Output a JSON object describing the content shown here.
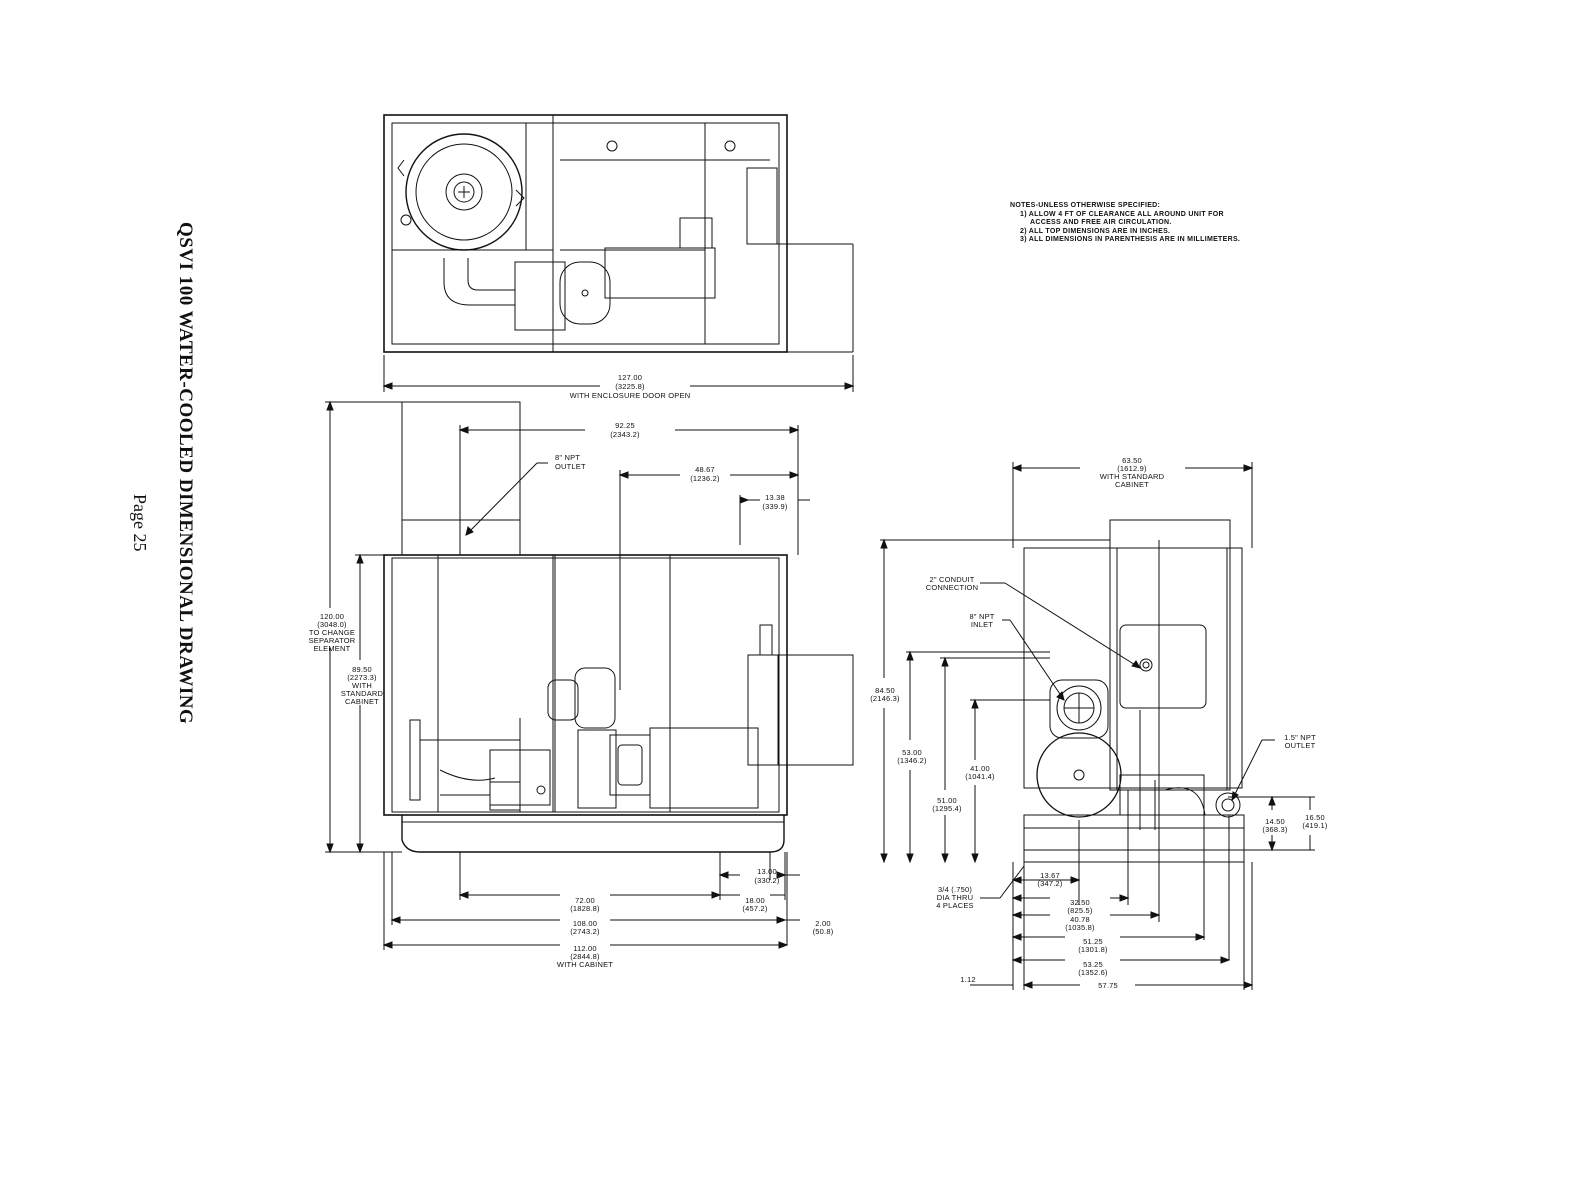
{
  "title": "QSVI 100 WATER-COOLED DIMENSIONAL DRAWING",
  "page_label": "Page 25",
  "notes": {
    "heading": "NOTES-UNLESS OTHERWISE SPECIFIED:",
    "items": [
      "1) ALLOW 4 FT OF CLEARANCE ALL AROUND UNIT FOR",
      "ACCESS AND FREE AIR CIRCULATION.",
      "2) ALL TOP DIMENSIONS ARE IN INCHES.",
      "3) ALL DIMENSIONS IN PARENTHESIS ARE IN MILLIMETERS."
    ]
  },
  "top_view": {
    "width_in": "127.00",
    "width_mm": "(3225.8)",
    "width_note": "WITH ENCLOSURE DOOR OPEN"
  },
  "side_view": {
    "d1_in": "92.25",
    "d1_mm": "(2343.2)",
    "d2_in": "48.67",
    "d2_mm": "(1236.2)",
    "d3_in": "13.38",
    "d3_mm": "(339.9)",
    "outlet_label": "8\" NPT",
    "outlet_label2": "OUTLET",
    "h1_in": "120.00",
    "h1_mm": "(3048.0)",
    "h1_note1": "TO CHANGE",
    "h1_note2": "SEPARATOR",
    "h1_note3": "ELEMENT",
    "h2_in": "89.50",
    "h2_mm": "(2273.3)",
    "h2_note1": "WITH",
    "h2_note2": "STANDARD",
    "h2_note3": "CABINET",
    "b1_in": "13.00",
    "b1_mm": "(330.2)",
    "b2_in": "72.00",
    "b2_mm": "(1828.8)",
    "b3_in": "18.00",
    "b3_mm": "(457.2)",
    "b4_in": "108.00",
    "b4_mm": "(2743.2)",
    "b5_in": "2.00",
    "b5_mm": "(50.8)",
    "b6_in": "112.00",
    "b6_mm": "(2844.8)",
    "b6_note": "WITH CABINET"
  },
  "front_view": {
    "w_in": "63.50",
    "w_mm": "(1612.9)",
    "w_note1": "WITH STANDARD",
    "w_note2": "CABINET",
    "conduit1": "2\" CONDUIT",
    "conduit2": "CONNECTION",
    "inlet1": "8\" NPT",
    "inlet2": "INLET",
    "h1_in": "84.50",
    "h1_mm": "(2146.3)",
    "h2_in": "53.00",
    "h2_mm": "(1346.2)",
    "h3_in": "41.00",
    "h3_mm": "(1041.4)",
    "h4_in": "51.00",
    "h4_mm": "(1295.4)",
    "outlet1": "1.5\" NPT",
    "outlet2": "OUTLET",
    "r1_in": "14.50",
    "r1_mm": "(368.3)",
    "r2_in": "16.50",
    "r2_mm": "(419.1)",
    "hole1": "3/4 (.750)",
    "hole2": "DIA THRU",
    "hole3": "4 PLACES",
    "f1_in": "13.67",
    "f1_mm": "(347.2)",
    "f2_in": "32.50",
    "f2_mm": "(825.5)",
    "f3_in": "40.78",
    "f3_mm": "(1035.8)",
    "f4_in": "51.25",
    "f4_mm": "(1301.8)",
    "f5_in": "53.25",
    "f5_mm": "(1352.6)",
    "f6_in": "1.12",
    "f7_in": "57.75"
  }
}
